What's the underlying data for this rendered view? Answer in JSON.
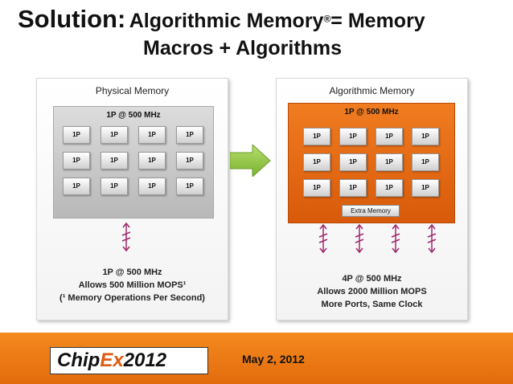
{
  "title": {
    "solution": "Solution:",
    "line1": "Algorithmic Memory",
    "registered": "®",
    "line1_tail": "= Memory",
    "line2": "Macros + Algorithms"
  },
  "left_panel": {
    "title": "Physical Memory",
    "chip_label": "1P @ 500 MHz",
    "cells": [
      "1P",
      "1P",
      "1P",
      "1P",
      "1P",
      "1P",
      "1P",
      "1P",
      "1P",
      "1P",
      "1P",
      "1P"
    ],
    "info": [
      "1P @ 500 MHz",
      "Allows 500 Million MOPS¹",
      "(¹ Memory Operations Per Second)"
    ]
  },
  "right_panel": {
    "title": "Algorithmic Memory",
    "chip_label": "1P @ 500 MHz",
    "cells": [
      "1P",
      "1P",
      "1P",
      "1P",
      "1P",
      "1P",
      "1P",
      "1P",
      "1P",
      "1P",
      "1P",
      "1P"
    ],
    "extra": "Extra Memory",
    "info": [
      "4P @ 500 MHz",
      "Allows 2000 Million MOPS",
      "More Ports, Same Clock"
    ]
  },
  "footer": {
    "logo_part1": "Chip",
    "logo_part2": "Ex",
    "logo_year": "2012",
    "date": "May 2, 2012"
  },
  "colors": {
    "accent_orange": "#e8690b",
    "arrow_green": "#8dc63f",
    "port_arrow": "#a0286e"
  }
}
